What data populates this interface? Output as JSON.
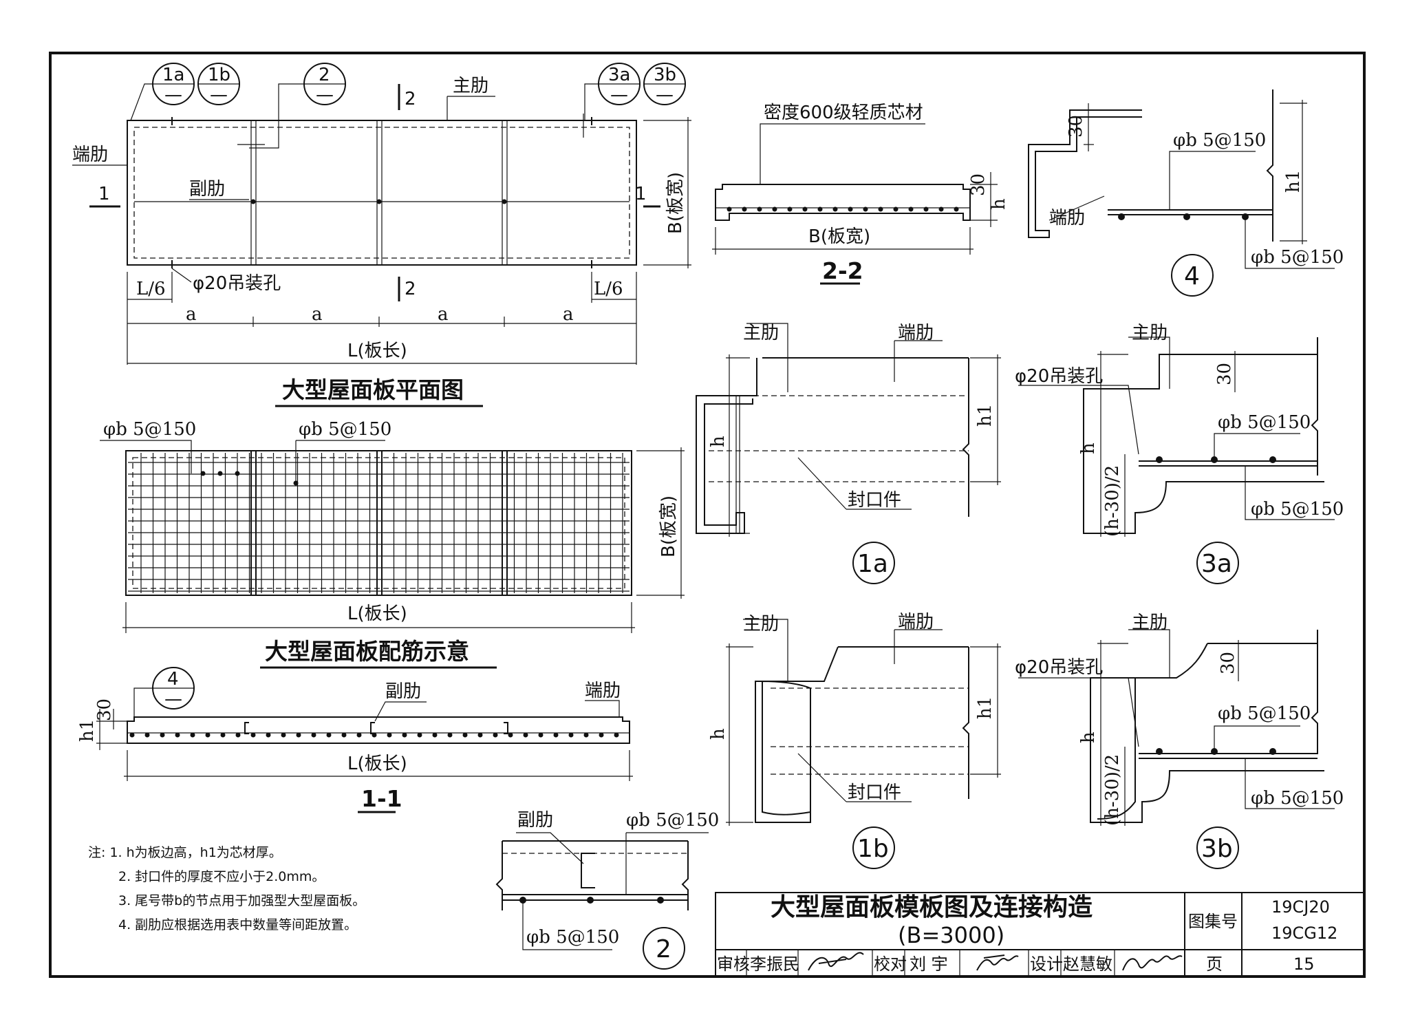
{
  "plan": {
    "title": "大型屋面板平面图",
    "tags": [
      "1a",
      "1b",
      "2",
      "3a",
      "3b"
    ],
    "tag_sub": "—",
    "main_rib": "主肋",
    "end_rib": "端肋",
    "sub_rib": "副肋",
    "hole": "φ20吊装孔",
    "l6": "L/6",
    "a": "a",
    "length": "L(板长)",
    "width": "B(板宽)",
    "sec1": "1",
    "sec2": "2"
  },
  "rebar_plan": {
    "title": "大型屋面板配筋示意",
    "bar1": "φb 5@150",
    "bar2": "φb 5@150",
    "length": "L(板长)",
    "width": "B(板宽)"
  },
  "section11": {
    "title": "1-1",
    "tag": "4",
    "sub_rib": "副肋",
    "end_rib": "端肋",
    "h1": "h1",
    "d30": "30",
    "length": "L(板长)"
  },
  "section22": {
    "title": "2-2",
    "core": "密度600级轻质芯材",
    "width": "B(板宽)",
    "d30": "30",
    "h": "h"
  },
  "detail4": {
    "label": "4",
    "d30": "30",
    "bar_top": "φb 5@150",
    "bar_bot": "φb 5@150",
    "end_rib": "端肋",
    "h1": "h1"
  },
  "detail1a": {
    "label": "1a",
    "main_rib": "主肋",
    "end_rib": "端肋",
    "h": "h",
    "h1": "h1",
    "seal": "封口件"
  },
  "detail1b": {
    "label": "1b",
    "main_rib": "主肋",
    "end_rib": "端肋",
    "h": "h",
    "h1": "h1",
    "seal": "封口件"
  },
  "detail3a": {
    "label": "3a",
    "main_rib": "主肋",
    "hole": "φ20吊装孔",
    "d30": "30",
    "bar_top": "φb 5@150",
    "bar_bot": "φb 5@150",
    "h": "h",
    "hh": "(h-30)/2"
  },
  "detail3b": {
    "label": "3b",
    "main_rib": "主肋",
    "hole": "φ20吊装孔",
    "d30": "30",
    "bar_top": "φb 5@150",
    "bar_bot": "φb 5@150",
    "h": "h",
    "hh": "(h-30)/2"
  },
  "detail2": {
    "label": "2",
    "sub_rib": "副肋",
    "bar_top": "φb 5@150",
    "bar_bot": "φb 5@150"
  },
  "notes": {
    "head": "注: 1. h为板边高，h1为芯材厚。",
    "n2": "2. 封口件的厚度不应小于2.0mm。",
    "n3": "3. 尾号带b的节点用于加强型大型屋面板。",
    "n4": "4. 副肋应根据选用表中数量等间距放置。"
  },
  "titleblock": {
    "title": "大型屋面板模板图及连接构造",
    "subtitle": "(B=3000)",
    "atlas_label": "图集号",
    "atlas1": "19CJ20",
    "atlas2": "19CG12",
    "review": "审核",
    "reviewer": "李振民",
    "check": "校对",
    "checker": "刘  宇",
    "design": "设计",
    "designer": "赵慧敏",
    "page_label": "页",
    "page": "15"
  }
}
